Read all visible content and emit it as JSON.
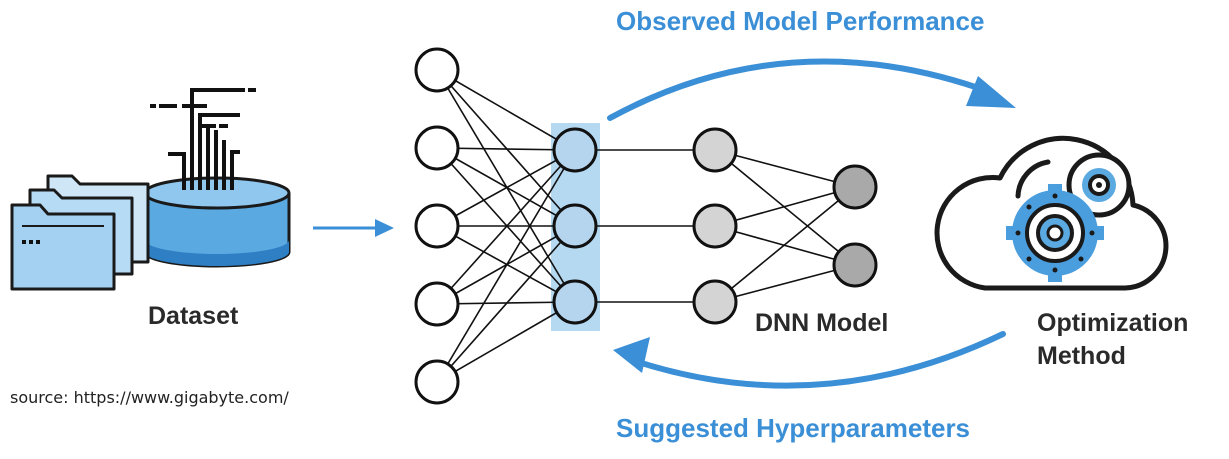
{
  "labels": {
    "top_feedback": "Observed Model Performance",
    "bottom_feedback": "Suggested Hyperparameters",
    "dataset": "Dataset",
    "model": "DNN Model",
    "optimizer_line1": "Optimization",
    "optimizer_line2": "Method",
    "source": "source: https://www.gigabyte.com/"
  },
  "colors": {
    "accent_blue": "#3b8fd6",
    "highlight_blue": "#a9d2f0",
    "hidden_node": "#b5d4ee",
    "model_node": "#d4d4d4",
    "output_node": "#a9a9a9",
    "text_dark": "#2a2a2a"
  },
  "network": {
    "input_nodes": 5,
    "highlighted_nodes": 3,
    "hidden_nodes": 3,
    "output_nodes": 2
  }
}
